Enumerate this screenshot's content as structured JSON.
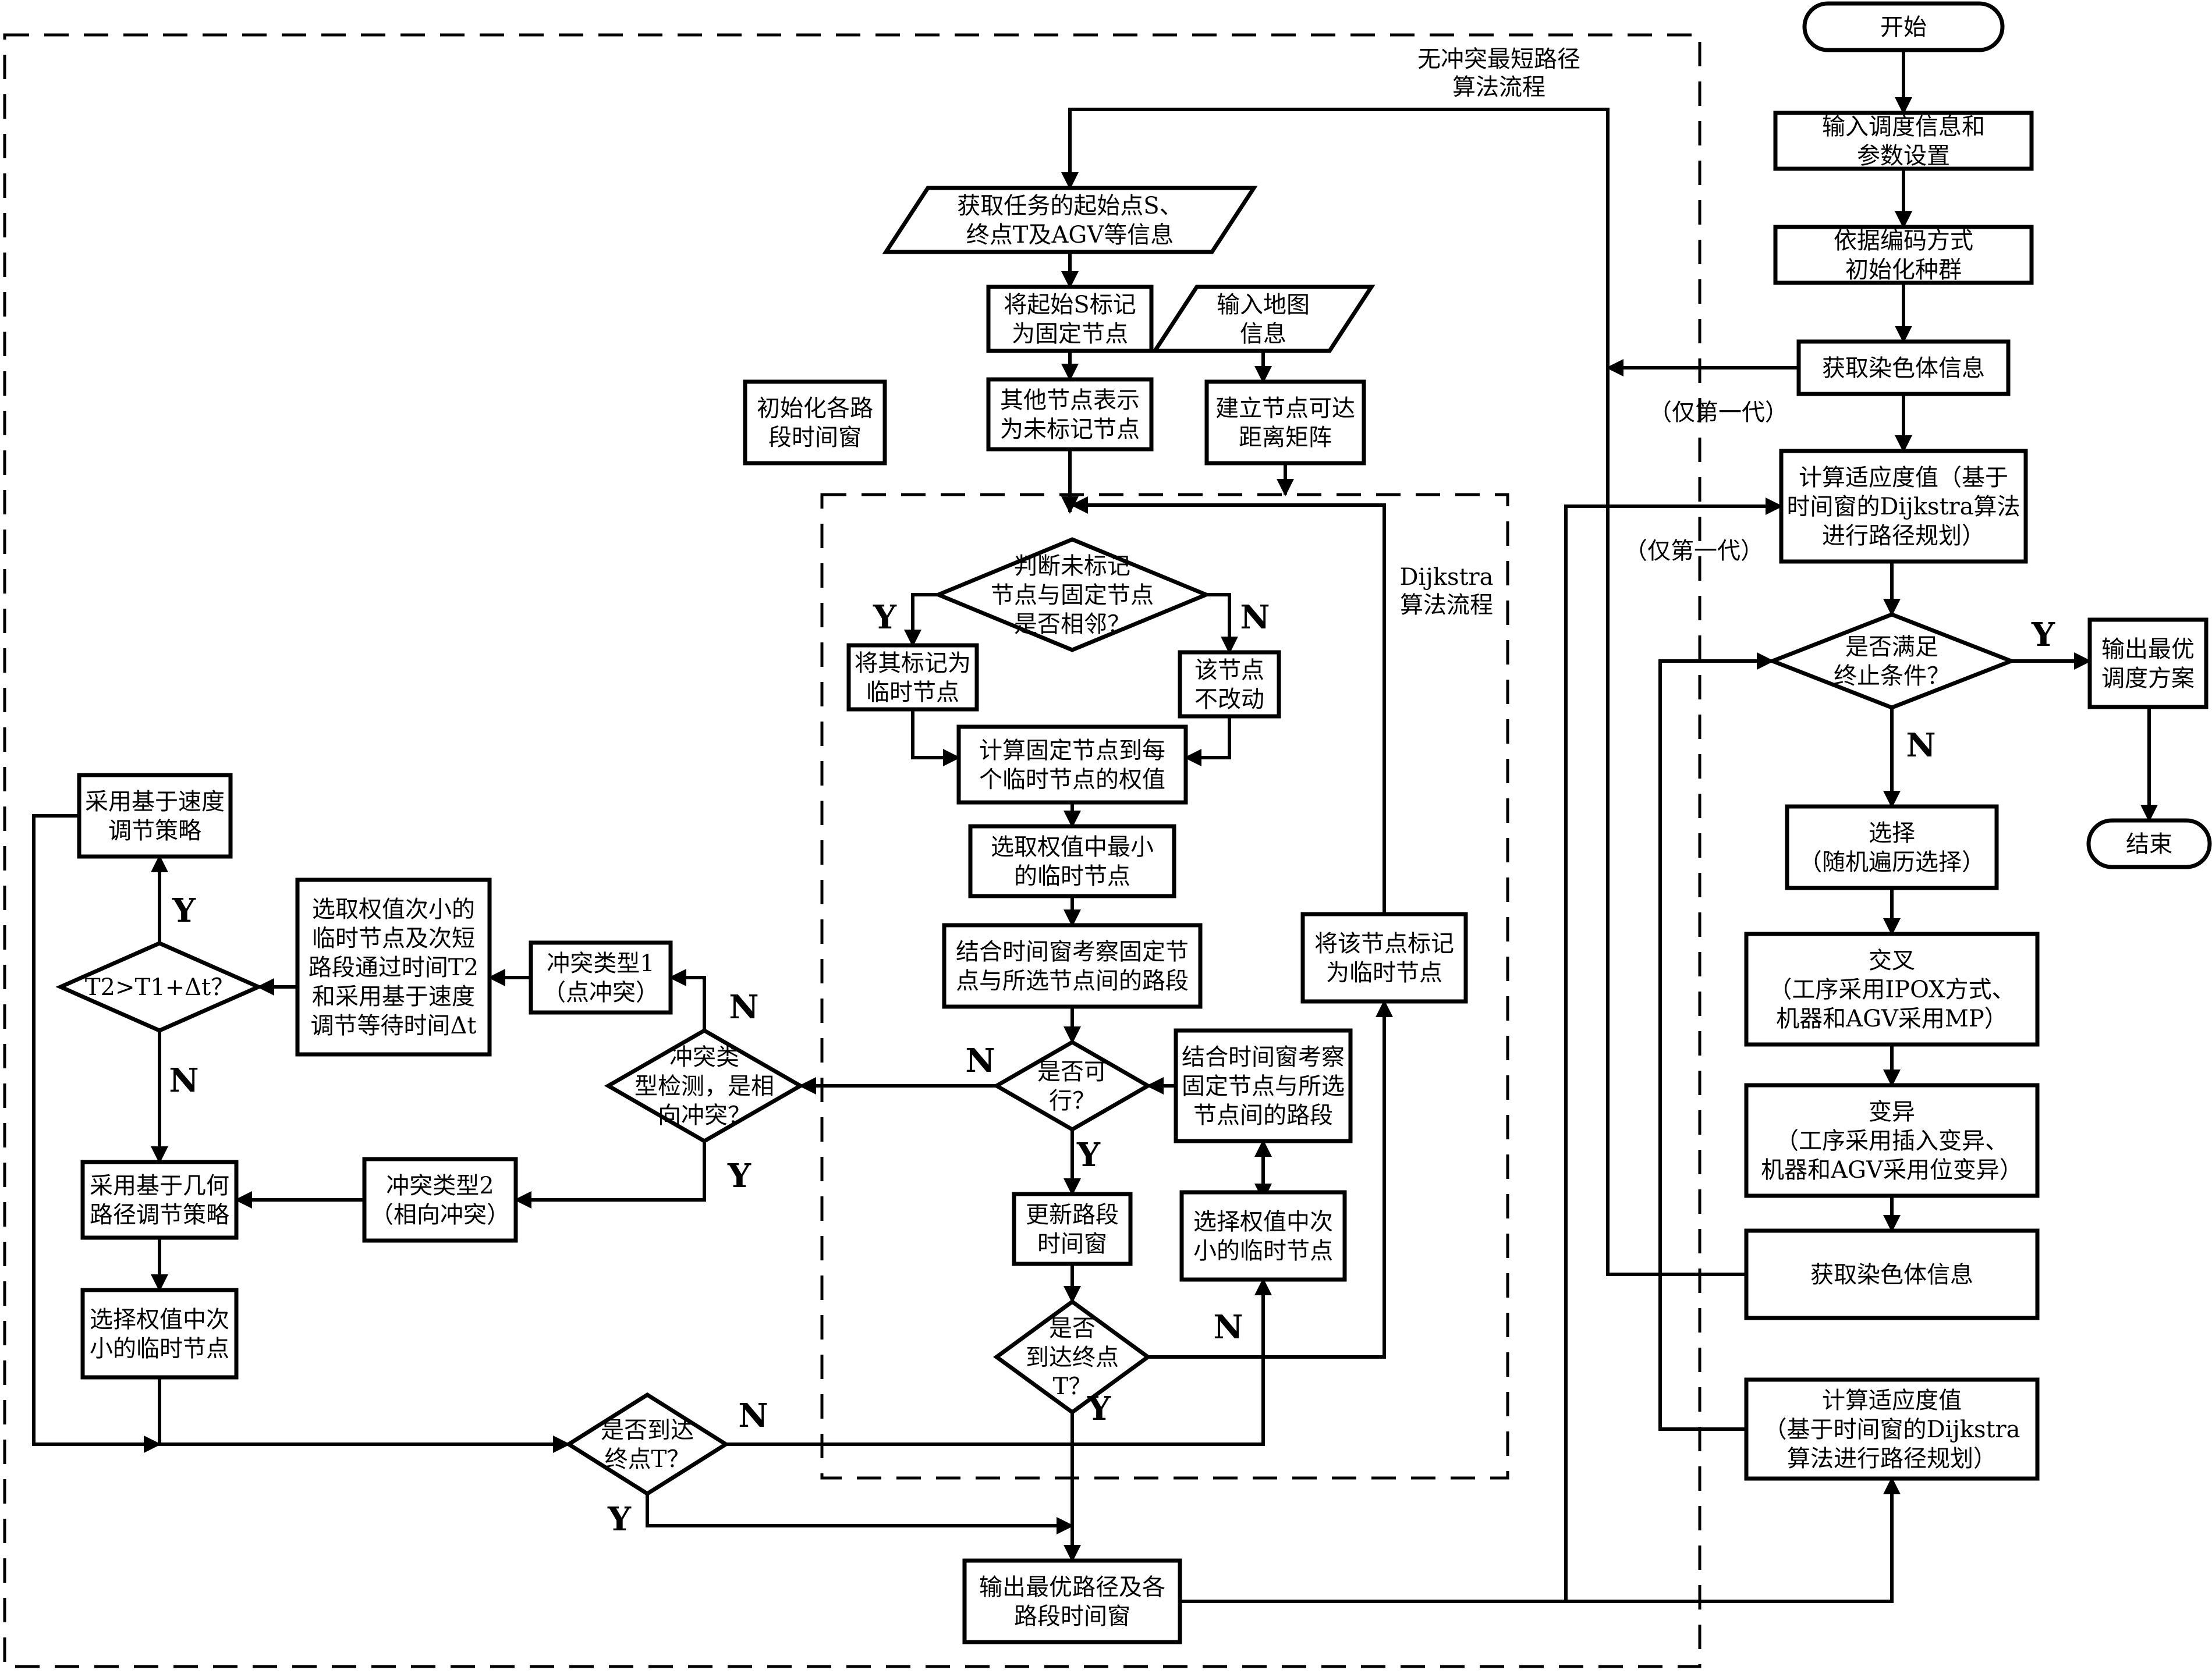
{
  "diagram": {
    "main_flow": {
      "start": "开始",
      "input_info": [
        "输入调度信息和",
        "参数设置"
      ],
      "init_population": [
        "依据编码方式",
        "初始化种群"
      ],
      "get_chromosome_1": "获取染色体信息",
      "first_gen_note_1": "（仅第一代）",
      "fitness_1": [
        "计算适应度值（基于",
        "时间窗的Dijkstra算法",
        "进行路径规划）"
      ],
      "first_gen_note_2": "（仅第一代）",
      "termination_check": [
        "是否满足",
        "终止条件？"
      ],
      "output_optimal": [
        "输出最优",
        "调度方案"
      ],
      "end": "结束",
      "selection": [
        "选择",
        "（随机遍历选择）"
      ],
      "crossover": [
        "交叉",
        "（工序采用IPOX方式、",
        "机器和AGV采用MP）"
      ],
      "mutation": [
        "变异",
        "（工序采用插入变异、",
        "机器和AGV采用位变异）"
      ],
      "get_chromosome_2": "获取染色体信息",
      "fitness_2": [
        "计算适应度值",
        "（基于时间窗的Dijkstra",
        "算法进行路径规划）"
      ]
    },
    "conflict_free_section": {
      "title": [
        "无冲突最短路径",
        "算法流程"
      ],
      "get_task": [
        "获取任务的起始点S、",
        "终点T及AGV等信息"
      ],
      "mark_start": [
        "将起始S标记",
        "为固定节点"
      ],
      "input_map": [
        "输入地图",
        "信息"
      ],
      "other_nodes": [
        "其他节点表示",
        "为未标记节点"
      ],
      "init_windows": [
        "初始化各路",
        "段时间窗"
      ],
      "reach_matrix": [
        "建立节点可达",
        "距离矩阵"
      ],
      "speed_strategy": [
        "采用基于速度",
        "调节策略"
      ],
      "select_second": [
        "选取权值次小的",
        "临时节点及次短",
        "路段通过时间T2",
        "和采用基于速度",
        "调节等待时间Δt"
      ],
      "compare_time": "T2>T1+Δt？",
      "conflict_type1": [
        "冲突类型1",
        "（点冲突）"
      ],
      "conflict_detect": [
        "冲突类",
        "型检测，是相",
        "向冲突？"
      ],
      "conflict_type2": [
        "冲突类型2",
        "（相向冲突）"
      ],
      "geometry_strategy": [
        "采用基于几何",
        "路径调节策略"
      ],
      "select_next_small": [
        "选择权值中次",
        "小的临时节点"
      ],
      "reach_end_outer": [
        "是否到达",
        "终点T？"
      ],
      "output_path": [
        "输出最优路径及各",
        "路段时间窗"
      ]
    },
    "dijkstra_section": {
      "title": [
        "Dijkstra",
        "算法流程"
      ],
      "adjacent_check": [
        "判断未标记",
        "节点与固定节点",
        "是否相邻？"
      ],
      "mark_temp": [
        "将其标记为",
        "临时节点"
      ],
      "no_change": [
        "该节点",
        "不改动"
      ],
      "compute_weights": [
        "计算固定节点到每",
        "个临时节点的权值"
      ],
      "select_min": [
        "选取权值中最小",
        "的临时节点"
      ],
      "check_segment": [
        "结合时间窗考察固定节",
        "点与所选节点间的路段"
      ],
      "mark_node_temp": [
        "将该节点标记",
        "为临时节点"
      ],
      "feasible": [
        "是否可",
        "行？"
      ],
      "check_segment_2": [
        "结合时间窗考察",
        "固定节点与所选",
        "节点间的路段"
      ],
      "update_windows": [
        "更新路段",
        "时间窗"
      ],
      "select_next": [
        "选择权值中次",
        "小的临时节点"
      ],
      "reach_end_inner": [
        "是否",
        "到达终点",
        "T？"
      ]
    },
    "labels": {
      "yes": "Y",
      "no": "N"
    }
  }
}
